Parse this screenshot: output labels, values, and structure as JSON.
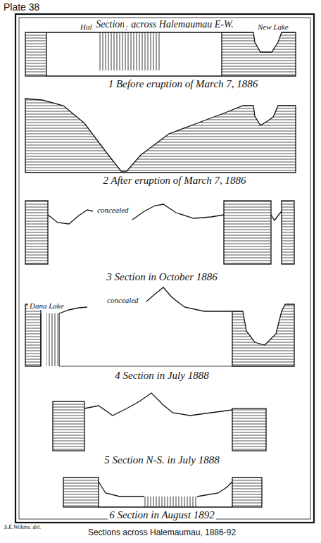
{
  "diagram": {
    "title": "Sections across Halemaumau E-W.",
    "caption": "Sections across Halemaumau, 1886-92",
    "labels": [
      "Plate 38",
      "Hal",
      ":",
      "New Lake",
      "1 Before eruption of March 7, 1886",
      "2 After eruption of March 7, 1886",
      "concealed",
      "3 Section in October 1886",
      "Dana Lake",
      "concealed",
      "4 Section in July 1888",
      "5 Section N-S. in July 1888",
      "6 Section in August 1892",
      "S.E.Wilkins. del."
    ]
  }
}
